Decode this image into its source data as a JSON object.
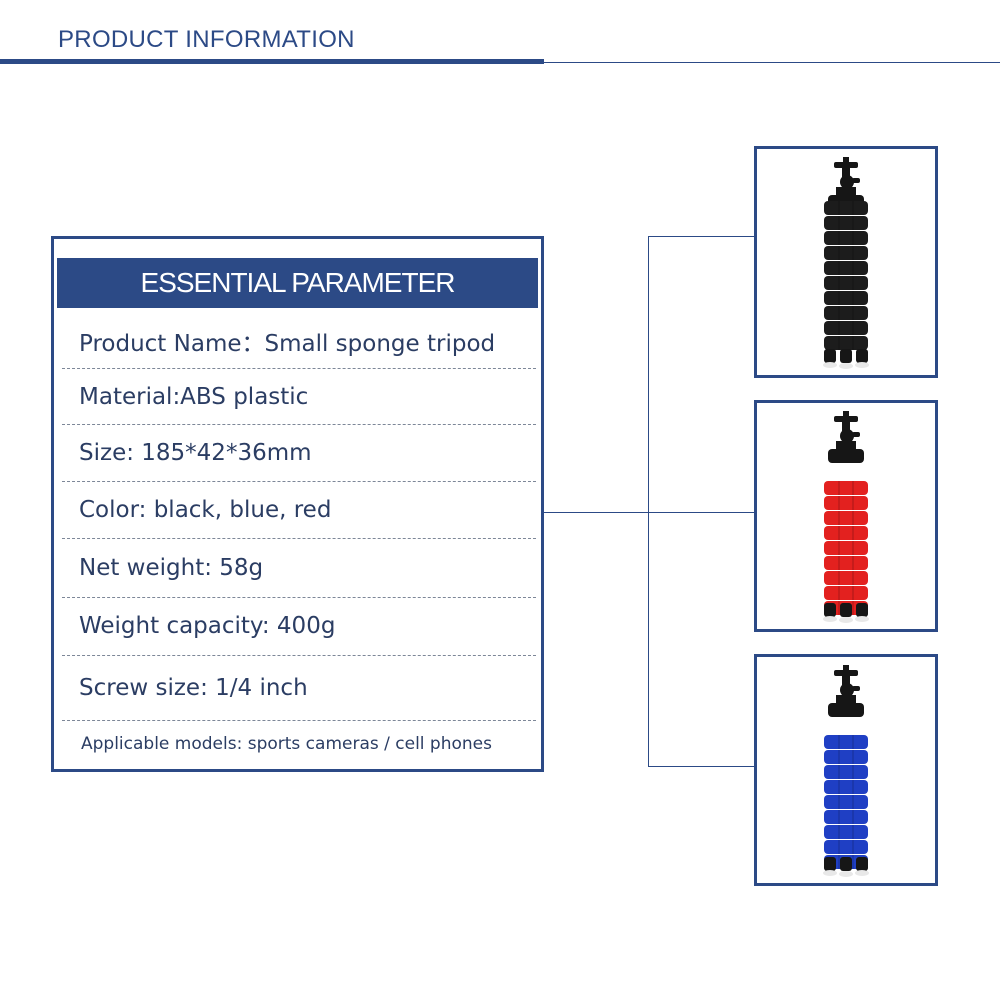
{
  "header": {
    "title": "PRODUCT INFORMATION"
  },
  "panel": {
    "title": "ESSENTIAL PARAMETER",
    "rows": [
      "Product Name：Small sponge tripod",
      "Material:ABS plastic",
      "Size: 185*42*36mm",
      "Color: black, blue, red",
      "Net weight: 58g",
      "Weight capacity: 400g",
      "Screw size: 1/4 inch",
      "Applicable models: sports cameras / cell phones"
    ]
  },
  "products": [
    {
      "color": "black",
      "sponge_hex": "#1c1c1c"
    },
    {
      "color": "red",
      "sponge_hex": "#e3211f"
    },
    {
      "color": "blue",
      "sponge_hex": "#1f3fc4"
    }
  ],
  "colors": {
    "accent": "#2c4a86",
    "text": "#2b3d63"
  }
}
